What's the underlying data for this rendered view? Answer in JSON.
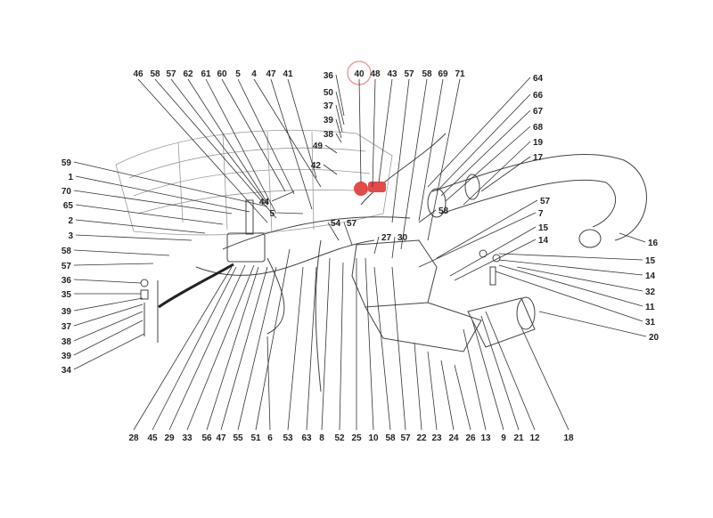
{
  "diagram": {
    "highlight": {
      "label": "40",
      "color": "#e34a4a",
      "ring_color": "#e8a0a0"
    },
    "top_labels": [
      "46",
      "58",
      "57",
      "62",
      "61",
      "60",
      "5",
      "4",
      "47",
      "41",
      "40",
      "48",
      "43",
      "57",
      "58",
      "69",
      "71"
    ],
    "stack_labels": [
      "36",
      "50",
      "37",
      "39",
      "38",
      "49",
      "42"
    ],
    "top_right_labels": [
      "64",
      "66",
      "67",
      "68",
      "19",
      "17"
    ],
    "middle_labels": [
      "44",
      "5",
      "54",
      "57",
      "27",
      "30",
      "58"
    ],
    "right_mid_labels": [
      "57",
      "7",
      "15",
      "14"
    ],
    "right_labels": [
      "16",
      "15",
      "14",
      "32",
      "11",
      "31",
      "20"
    ],
    "left_labels": [
      "59",
      "1",
      "70",
      "65",
      "2",
      "3",
      "58",
      "57",
      "36",
      "35",
      "39",
      "37",
      "38",
      "39",
      "34"
    ],
    "bottom_labels": [
      "28",
      "45",
      "29",
      "33",
      "56",
      "47",
      "55",
      "51",
      "6",
      "53",
      "63",
      "8",
      "52",
      "25",
      "10",
      "58",
      "57",
      "22",
      "23",
      "24",
      "26",
      "13",
      "9",
      "21",
      "12",
      "18"
    ]
  }
}
